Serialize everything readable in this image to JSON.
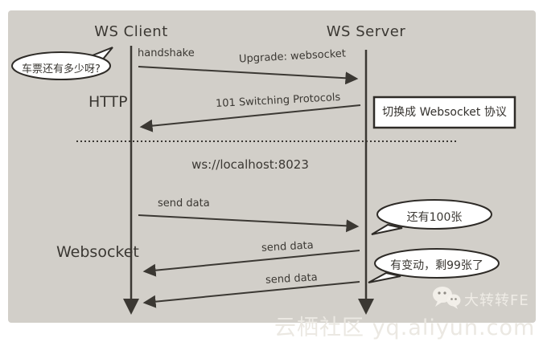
{
  "diagram": {
    "client": {
      "title": "WS Client"
    },
    "server": {
      "title": "WS Server"
    },
    "phases": {
      "http": "HTTP",
      "websocket": "Websocket"
    },
    "messages": {
      "handshake": "handshake",
      "upgrade": "Upgrade: websocket",
      "switching_protocols": "101 Switching Protocols",
      "ws_url": "ws://localhost:8023",
      "send_data_1": "send data",
      "send_data_2": "send data",
      "send_data_3": "send data"
    },
    "note_box": {
      "text": "切换成 Websocket 协议"
    },
    "speech_bubbles": {
      "client_question": "车票还有多少呀?",
      "server_answer_1": "还有100张",
      "server_answer_2": "有变动，剩99张了"
    },
    "watermarks": {
      "wechat_account": "大转转FE",
      "community": "云栖社区 yq.aliyun.com"
    },
    "icons": {
      "wechat": "wechat-icon"
    },
    "colors": {
      "panel_bg": "#d2cfc9",
      "ink": "#3b3833",
      "bubble_fill": "#ffffff",
      "bubble_stroke": "#2e2b27",
      "watermark": "#ebe8e2"
    }
  }
}
